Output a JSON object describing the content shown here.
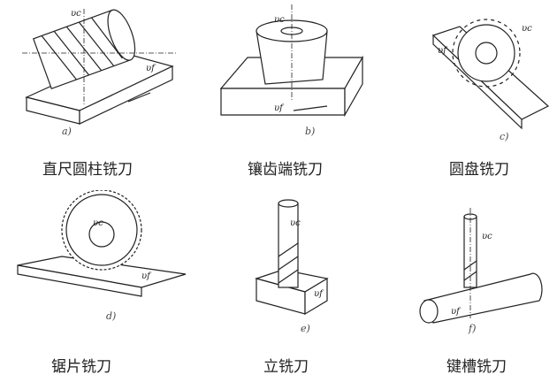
{
  "panels": [
    {
      "sub": "a)",
      "caption": "直尺圆柱铣刀",
      "vc": "υc",
      "vf": "υf"
    },
    {
      "sub": "b)",
      "caption": "镶齿端铣刀",
      "vc": "υc",
      "vf": "υf"
    },
    {
      "sub": "c)",
      "caption": "圆盘铣刀",
      "vc": "υc",
      "vf": "υf"
    },
    {
      "sub": "d)",
      "caption": "锯片铣刀",
      "vc": "υc",
      "vf": "υf"
    },
    {
      "sub": "e)",
      "caption": "立铣刀",
      "vc": "υc",
      "vf": "υf"
    },
    {
      "sub": "f)",
      "caption": "键槽铣刀",
      "vc": "υc",
      "vf": "υf"
    }
  ]
}
